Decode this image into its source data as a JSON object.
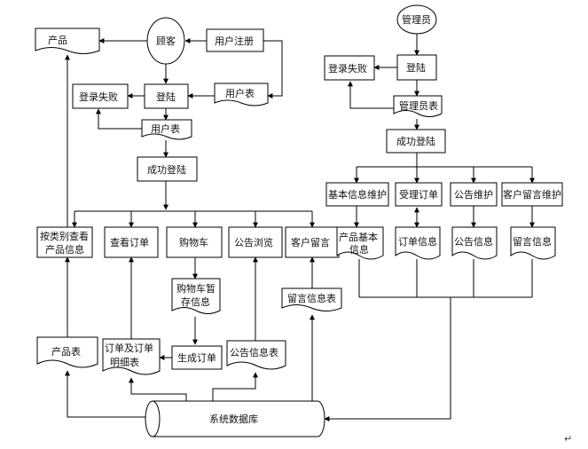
{
  "nodes": {
    "product": "产品",
    "customer": "顾客",
    "user_register": "用户注册",
    "login_fail_left": "登录失败",
    "login_left": "登陆",
    "user_table_top": "用户表",
    "user_table_mid": "用户表",
    "login_success_left": "成功登陆",
    "browse_by_category_1": "按类别查看",
    "browse_by_category_2": "产品信息",
    "view_order": "查看订单",
    "shopping_cart": "购物车",
    "notice_browse": "公告浏览",
    "customer_message": "客户留言",
    "cart_temp_1": "购物车暂",
    "cart_temp_2": "存信息",
    "message_table": "留言信息表",
    "product_table": "产品表",
    "order_detail_1": "订单及订单",
    "order_detail_2": "明细表",
    "generate_order": "生成订单",
    "notice_table": "公告信息表",
    "database": "系统数据库",
    "admin": "管理员",
    "login_fail_right": "登录失败",
    "login_right": "登陆",
    "admin_table": "管理员表",
    "login_success_right": "成功登陆",
    "basic_info_maint": "基本信息维护",
    "accept_order": "受理订单",
    "notice_maint": "公告维护",
    "message_maint": "客户留言维护",
    "product_basic_1": "产品基本",
    "product_basic_2": "信息",
    "order_info": "订单信息",
    "notice_info": "公告信息",
    "message_info": "留言信息"
  },
  "return_mark": "↵"
}
